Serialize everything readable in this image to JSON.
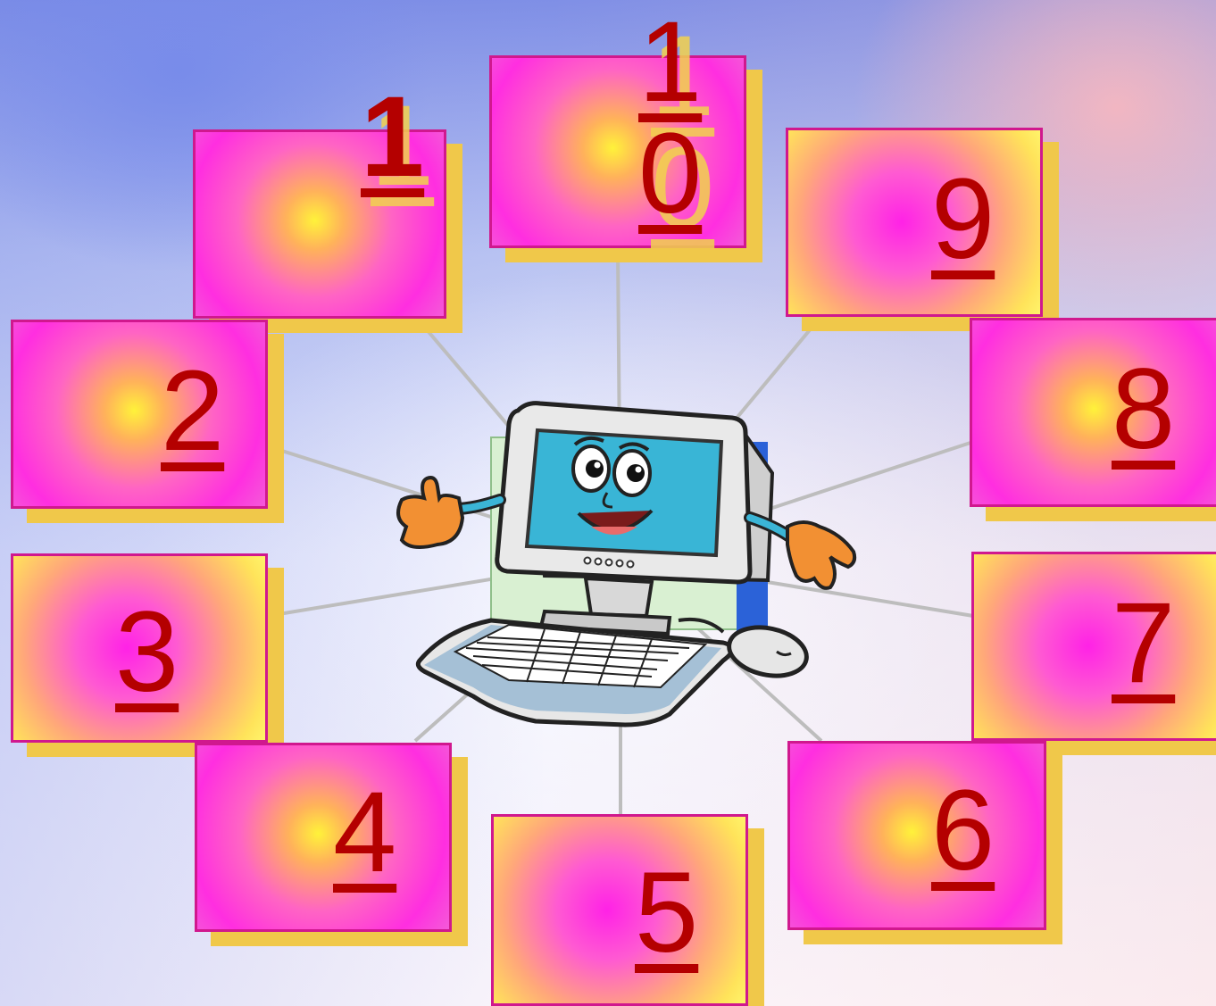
{
  "tiles": [
    {
      "label": "1"
    },
    {
      "label": "2"
    },
    {
      "label": "3"
    },
    {
      "label": "4"
    },
    {
      "label": "5"
    },
    {
      "label": "6"
    },
    {
      "label": "7"
    },
    {
      "label": "8"
    },
    {
      "label": "9"
    },
    {
      "label": "1\n0"
    }
  ],
  "colors": {
    "tile_border": "#d0188e",
    "tile_shadow": "#f0c84a",
    "number": "#b40000",
    "spokes": "#bdbdbd"
  },
  "center_image": {
    "icon": "cartoon-computer-mascot-icon"
  }
}
